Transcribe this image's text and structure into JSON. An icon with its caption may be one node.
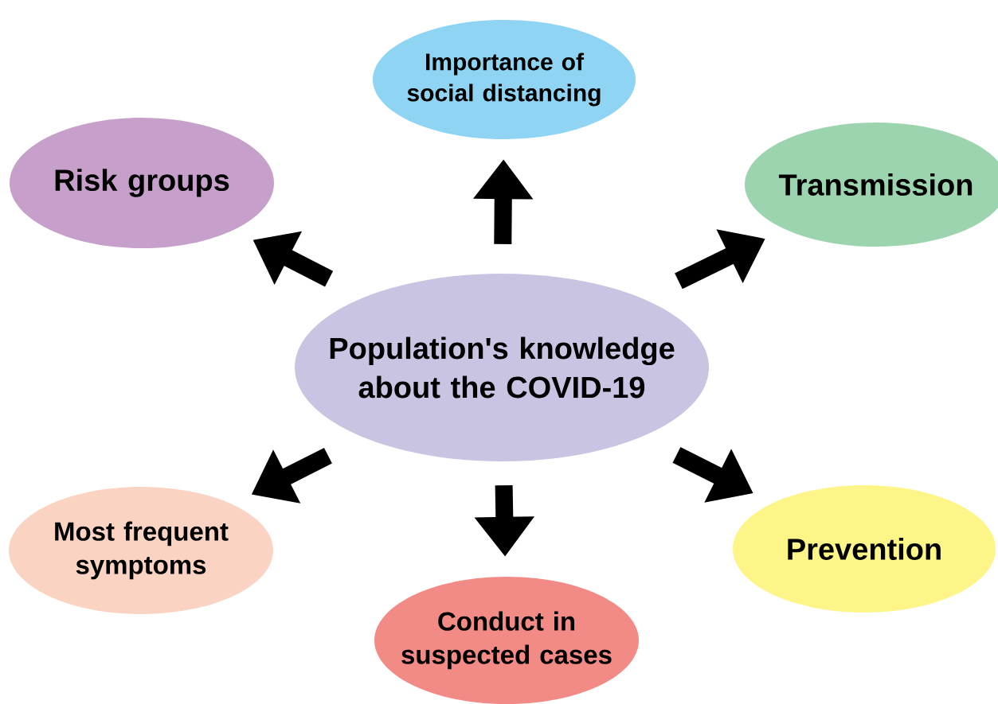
{
  "diagram": {
    "nodes": [
      {
        "text": [
          "Importance of social distancing"
        ]
      },
      {
        "text": [
          "Risk groups"
        ]
      },
      {
        "text": [
          "Transmission"
        ]
      },
      {
        "text": [
          "Population's knowledge about the COVID-19"
        ]
      },
      {
        "text": [
          "Most frequent symptoms"
        ]
      },
      {
        "text": [
          "Prevention"
        ]
      },
      {
        "text": [
          "Conduct in suspected cases"
        ]
      }
    ],
    "edges": [
      {
        "from": 3,
        "to": 0,
        "arrow": "to"
      },
      {
        "from": 3,
        "to": 1,
        "arrow": "to"
      },
      {
        "from": 3,
        "to": 2,
        "arrow": "to"
      },
      {
        "from": 3,
        "to": 4,
        "arrow": "to"
      },
      {
        "from": 3,
        "to": 6,
        "arrow": "to"
      },
      {
        "from": 3,
        "to": 5,
        "arrow": "to"
      }
    ]
  }
}
